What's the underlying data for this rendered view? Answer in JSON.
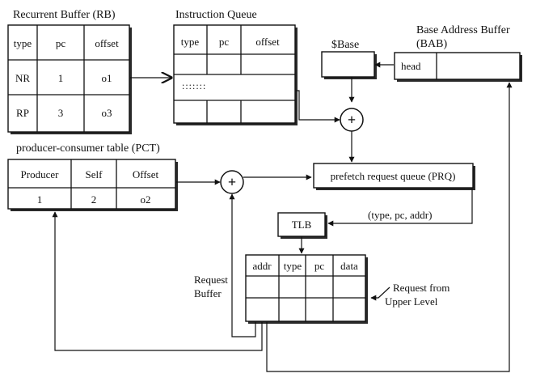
{
  "colors": {
    "ink": "#111111",
    "background": "#ffffff"
  },
  "recurrent_buffer": {
    "title": "Recurrent Buffer (RB)",
    "headers": [
      "type",
      "pc",
      "offset"
    ],
    "rows": [
      [
        "NR",
        "1",
        "o1"
      ],
      [
        "RP",
        "3",
        "o3"
      ]
    ]
  },
  "instruction_queue": {
    "title": "Instruction Queue",
    "headers": [
      "type",
      "pc",
      "offset"
    ],
    "dots": ":::::::"
  },
  "sbase": {
    "label": "$Base"
  },
  "base_address_buffer": {
    "title_line1": "Base Address Buffer",
    "title_line2": "(BAB)",
    "head_label": "head"
  },
  "adders": {
    "symbol": "+"
  },
  "pct": {
    "title": "producer-consumer table (PCT)",
    "headers": [
      "Producer",
      "Self",
      "Offset"
    ],
    "row": [
      "1",
      "2",
      "o2"
    ]
  },
  "prq": {
    "label": "prefetch request queue (PRQ)"
  },
  "tlb": {
    "label": "TLB"
  },
  "prq_to_tlb_label": "(type, pc, addr)",
  "request_buffer": {
    "label_line1": "Request",
    "label_line2": "Buffer",
    "headers": [
      "addr",
      "type",
      "pc",
      "data"
    ]
  },
  "upper_level": {
    "line1": "Request from",
    "line2": "Upper Level"
  }
}
